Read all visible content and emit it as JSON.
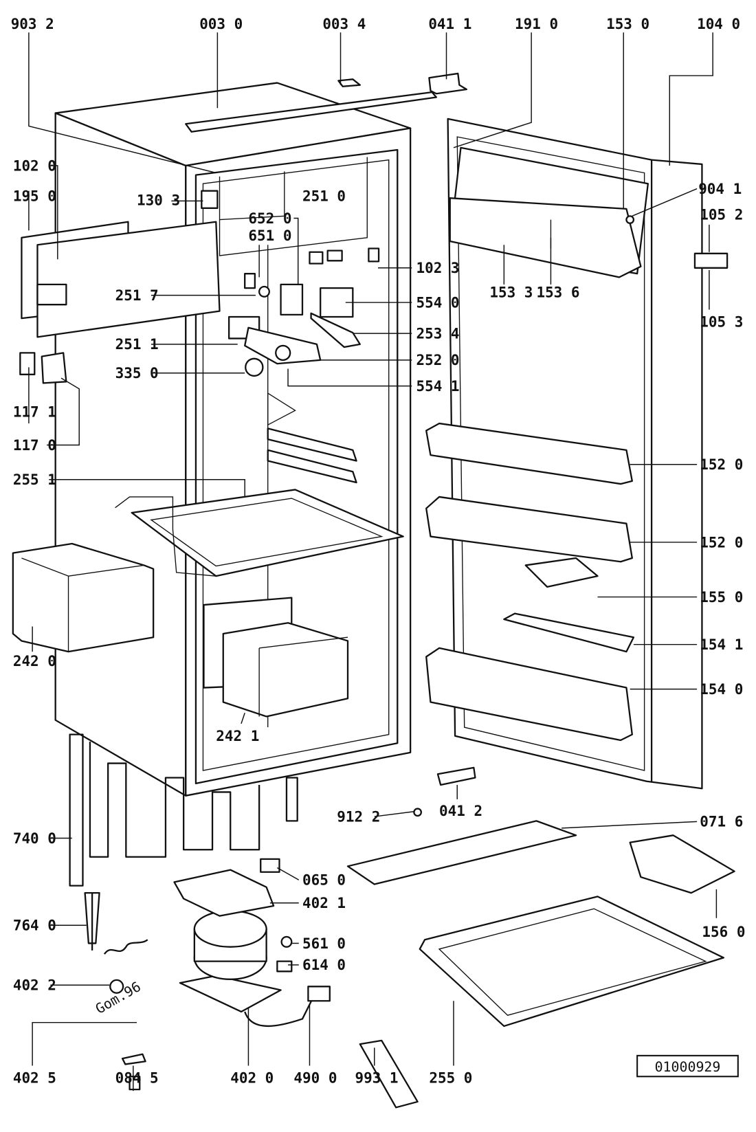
{
  "diagram": {
    "type": "exploded-parts-diagram",
    "subject": "refrigerator",
    "labels": [
      "903 2",
      "003 0",
      "003 4",
      "041 1",
      "191 0",
      "153 0",
      "104 0",
      "102 0",
      "195 0",
      "130 3",
      "251 0",
      "652 0",
      "651 0",
      "904 1",
      "105 2",
      "102 3",
      "153 3",
      "153 6",
      "105 3",
      "251 7",
      "554 0",
      "253 4",
      "251 1",
      "252 0",
      "335 0",
      "554 1",
      "117 1",
      "117 0",
      "255 1",
      "152 0",
      "152 0",
      "155 0",
      "154 1",
      "242 0",
      "154 0",
      "242 1",
      "041 2",
      "912 2",
      "071 6",
      "740 0",
      "065 0",
      "402 1",
      "156 0",
      "764 0",
      "561 0",
      "614 0",
      "402 2",
      "402 5",
      "084 5",
      "402 0",
      "490 0",
      "993 1",
      "255 0"
    ],
    "drawing_code": "01000929",
    "handwritten_note": "Gom.96"
  }
}
